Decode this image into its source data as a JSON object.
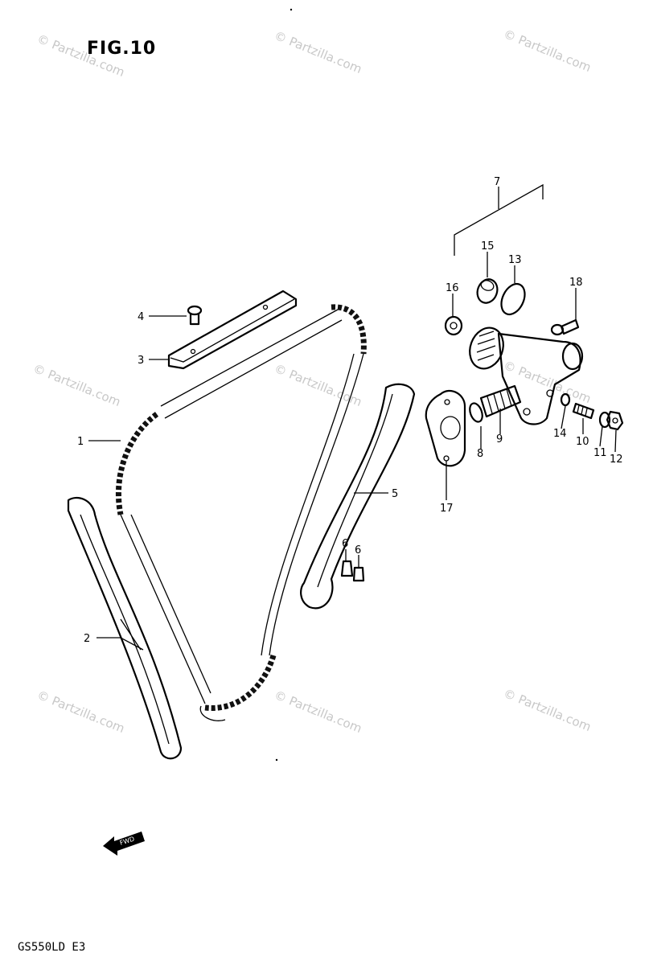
{
  "figure": {
    "title": "FIG.10",
    "model_code": "GS550LD E3"
  },
  "watermark": {
    "text": "© Partzilla.com",
    "color": "#c8c8c8"
  },
  "front_arrow": {
    "label": "FWD"
  },
  "callouts": {
    "c1": "1",
    "c2": "2",
    "c3": "3",
    "c4": "4",
    "c5": "5",
    "c6a": "6",
    "c6b": "6",
    "c7": "7",
    "c8": "8",
    "c9": "9",
    "c10": "10",
    "c11": "11",
    "c12": "12",
    "c13": "13",
    "c14": "14",
    "c15": "15",
    "c16": "16",
    "c17": "17",
    "c18": "18"
  }
}
